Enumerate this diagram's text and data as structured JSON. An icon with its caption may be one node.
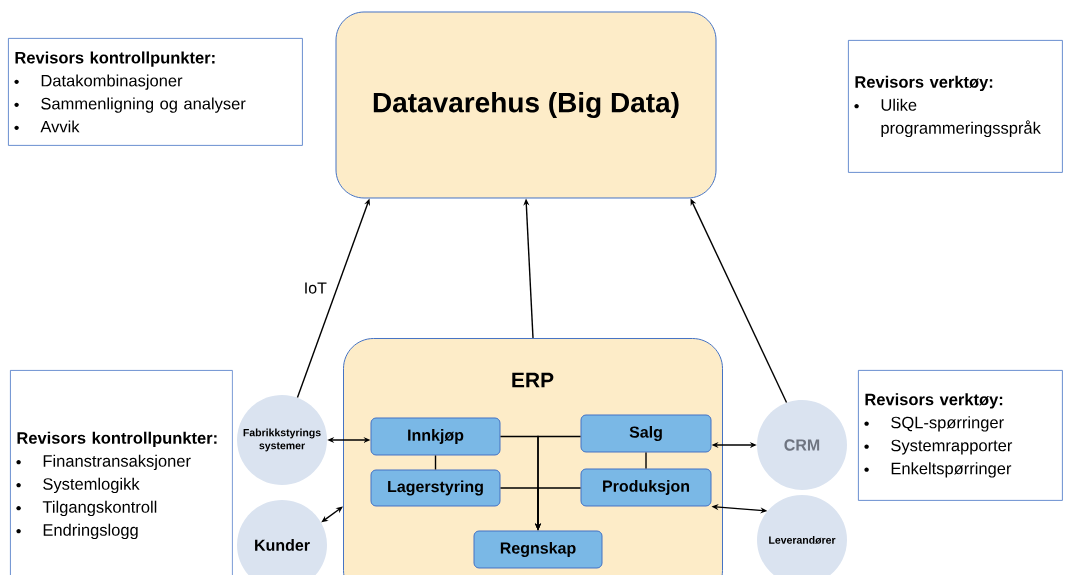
{
  "diagram": {
    "nodes": [
      {
        "text": [
          "Datavarehus (Big Data)"
        ]
      },
      {
        "text": [
          "ERP"
        ]
      },
      {
        "text": [
          "Innkjøp"
        ],
        "in": 1
      },
      {
        "text": [
          "Salg"
        ],
        "in": 1
      },
      {
        "text": [
          "Lagerstyring"
        ],
        "in": 1
      },
      {
        "text": [
          "Produksjon"
        ],
        "in": 1
      },
      {
        "text": [
          "Regnskap"
        ],
        "in": 1
      },
      {
        "text": [
          "Fabrikkstyrings systemer"
        ]
      },
      {
        "text": [
          "Kunder"
        ]
      },
      {
        "text": [
          "CRM"
        ]
      },
      {
        "text": [
          "Leverandører"
        ]
      },
      {
        "text": [
          "Revisors kontrollpunkter:",
          "Datakombinasjoner",
          "Sammenligning og analyser",
          "Avvik"
        ]
      },
      {
        "text": [
          "Revisors verktøy:",
          "Ulike programmeringsspråk"
        ]
      },
      {
        "text": [
          "Revisors kontrollpunkter:",
          "Finanstransaksjoner",
          "Systemlogikk",
          "Tilgangskontroll",
          "Endringslogg"
        ]
      },
      {
        "text": [
          "Revisors verktøy:",
          "SQL-spørringer",
          "Systemrapporter",
          "Enkeltspørringer"
        ]
      }
    ],
    "edges": [
      {
        "from": 7,
        "to": 0,
        "arrow": "to",
        "label": "IoT"
      },
      {
        "from": 1,
        "to": 0,
        "arrow": "to"
      },
      {
        "from": 9,
        "to": 0,
        "arrow": "to"
      },
      {
        "from": 7,
        "to": 2,
        "arrow": "both"
      },
      {
        "from": 8,
        "to": 1,
        "arrow": "both"
      },
      {
        "from": 9,
        "to": 3,
        "arrow": "both"
      },
      {
        "from": 10,
        "to": 5,
        "arrow": "both"
      },
      {
        "from": 2,
        "to": 4,
        "arrow": "none"
      },
      {
        "from": 3,
        "to": 5,
        "arrow": "none"
      },
      {
        "from": 2,
        "to": 6,
        "arrow": "to"
      },
      {
        "from": 3,
        "to": 6,
        "arrow": "to"
      },
      {
        "from": 4,
        "to": 6,
        "arrow": "to"
      },
      {
        "from": 5,
        "to": 6,
        "arrow": "to"
      }
    ]
  }
}
